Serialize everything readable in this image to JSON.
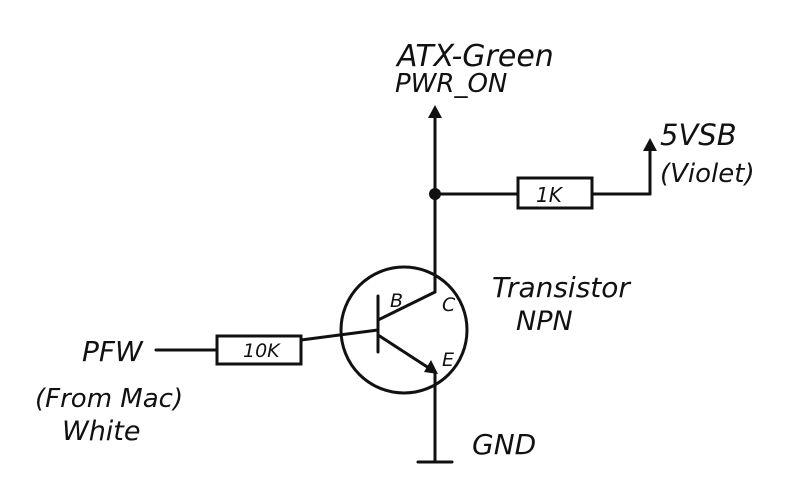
{
  "labels": {
    "atx_green": "ATX-Green",
    "pwr_on": "PWR_ON",
    "fivevsb": "5VSB",
    "violet": "(Violet)",
    "transistor": "Transistor",
    "npn": "NPN",
    "gnd": "GND",
    "pfw": "PFW",
    "from_mac": "(From Mac)",
    "white": "White"
  },
  "components": {
    "r1": "1K",
    "r2": "10K",
    "base": "B",
    "collector": "C",
    "emitter": "E"
  },
  "colors": {
    "ink": "#111111",
    "paper": "#ffffff"
  }
}
